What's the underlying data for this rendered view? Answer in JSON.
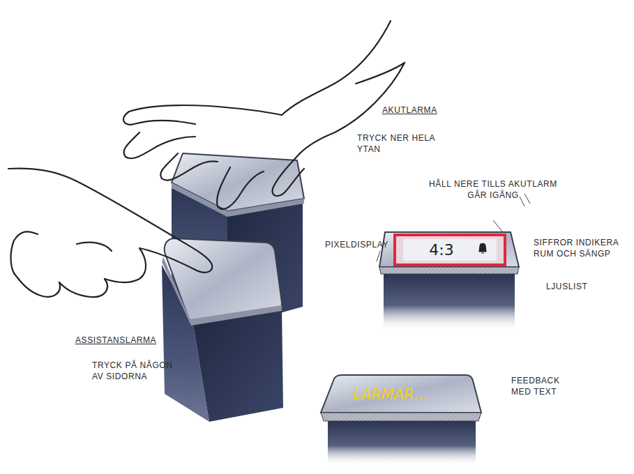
{
  "diagram": {
    "nodes": [
      {
        "text": [
          "4:3"
        ]
      },
      {
        "text": [
          "LARMAR..."
        ]
      }
    ],
    "labels": [
      "AKUTLARMA",
      "TRYCK NER HELA YTAN",
      "HÅLL NERE TILLS AKUTLARM GÅR IGÅNG",
      "PIXELDISPLAY",
      "SIFFROR INDIKERA RUM OCH SÄNGP",
      "LJUSLIST",
      "ASSISTANSLARMA",
      "TRYCK PÅ NÅGON AV SIDORNA",
      "FEEDBACK MED TEXT"
    ]
  }
}
